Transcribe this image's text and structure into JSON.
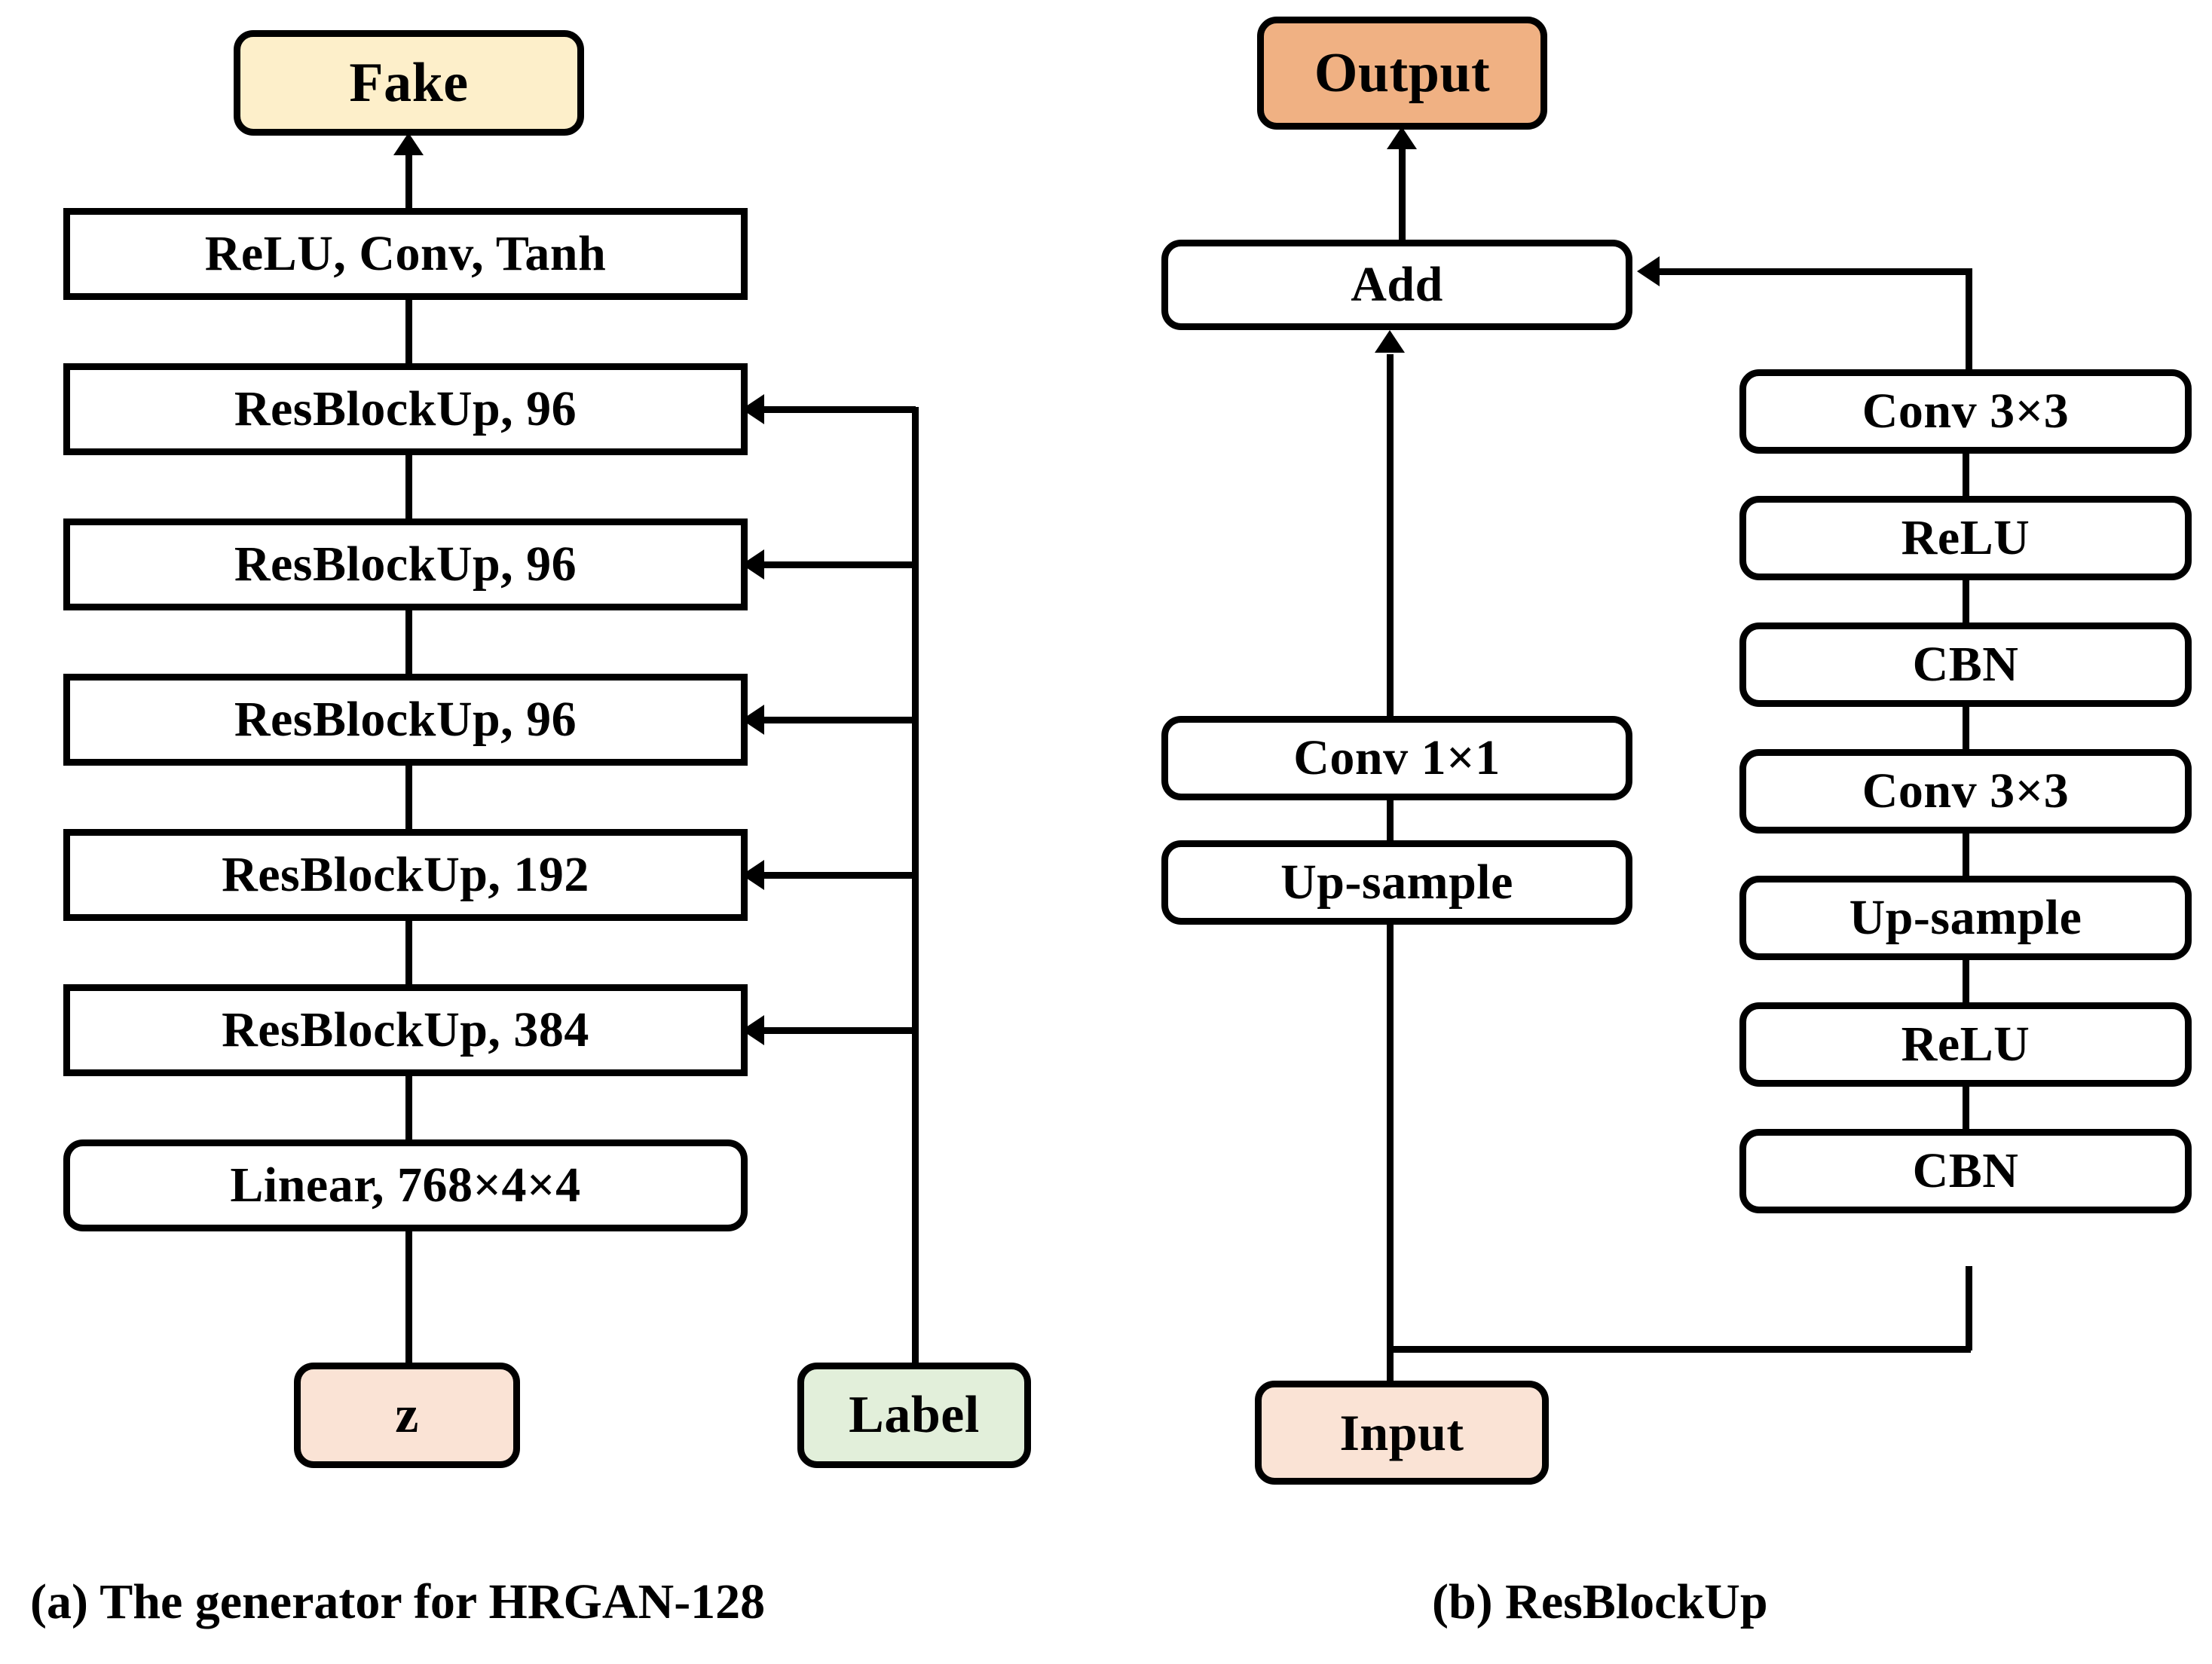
{
  "figure": {
    "panels": [
      {
        "id": "a",
        "caption": "(a) The generator for HRGAN-128",
        "nodes": {
          "fake": "Fake",
          "relu_conv_tanh": "ReLU, Conv, Tanh",
          "resblockup_1": "ResBlockUp, 96",
          "resblockup_2": "ResBlockUp, 96",
          "resblockup_3": "ResBlockUp, 96",
          "resblockup_4": "ResBlockUp, 192",
          "resblockup_5": "ResBlockUp, 384",
          "linear": "Linear, 768×4×4",
          "z": "z",
          "label": "Label"
        }
      },
      {
        "id": "b",
        "caption": "(b) ResBlockUp",
        "nodes": {
          "output": "Output",
          "add": "Add",
          "conv1x1": "Conv 1×1",
          "upsample_shortcut": "Up-sample",
          "input": "Input",
          "conv3x3_top": "Conv 3×3",
          "relu_top": "ReLU",
          "cbn_top": "CBN",
          "conv3x3_bottom": "Conv 3×3",
          "upsample_main": "Up-sample",
          "relu_bottom": "ReLU",
          "cbn_bottom": "CBN"
        }
      }
    ]
  },
  "colors": {
    "fake_fill": "#fdefca",
    "output_fill": "#f0b183",
    "z_fill": "#fae3d5",
    "input_fill": "#fae3d5",
    "label_fill": "#e2efda",
    "plain_fill": "#ffffff",
    "stroke": "#000000"
  }
}
